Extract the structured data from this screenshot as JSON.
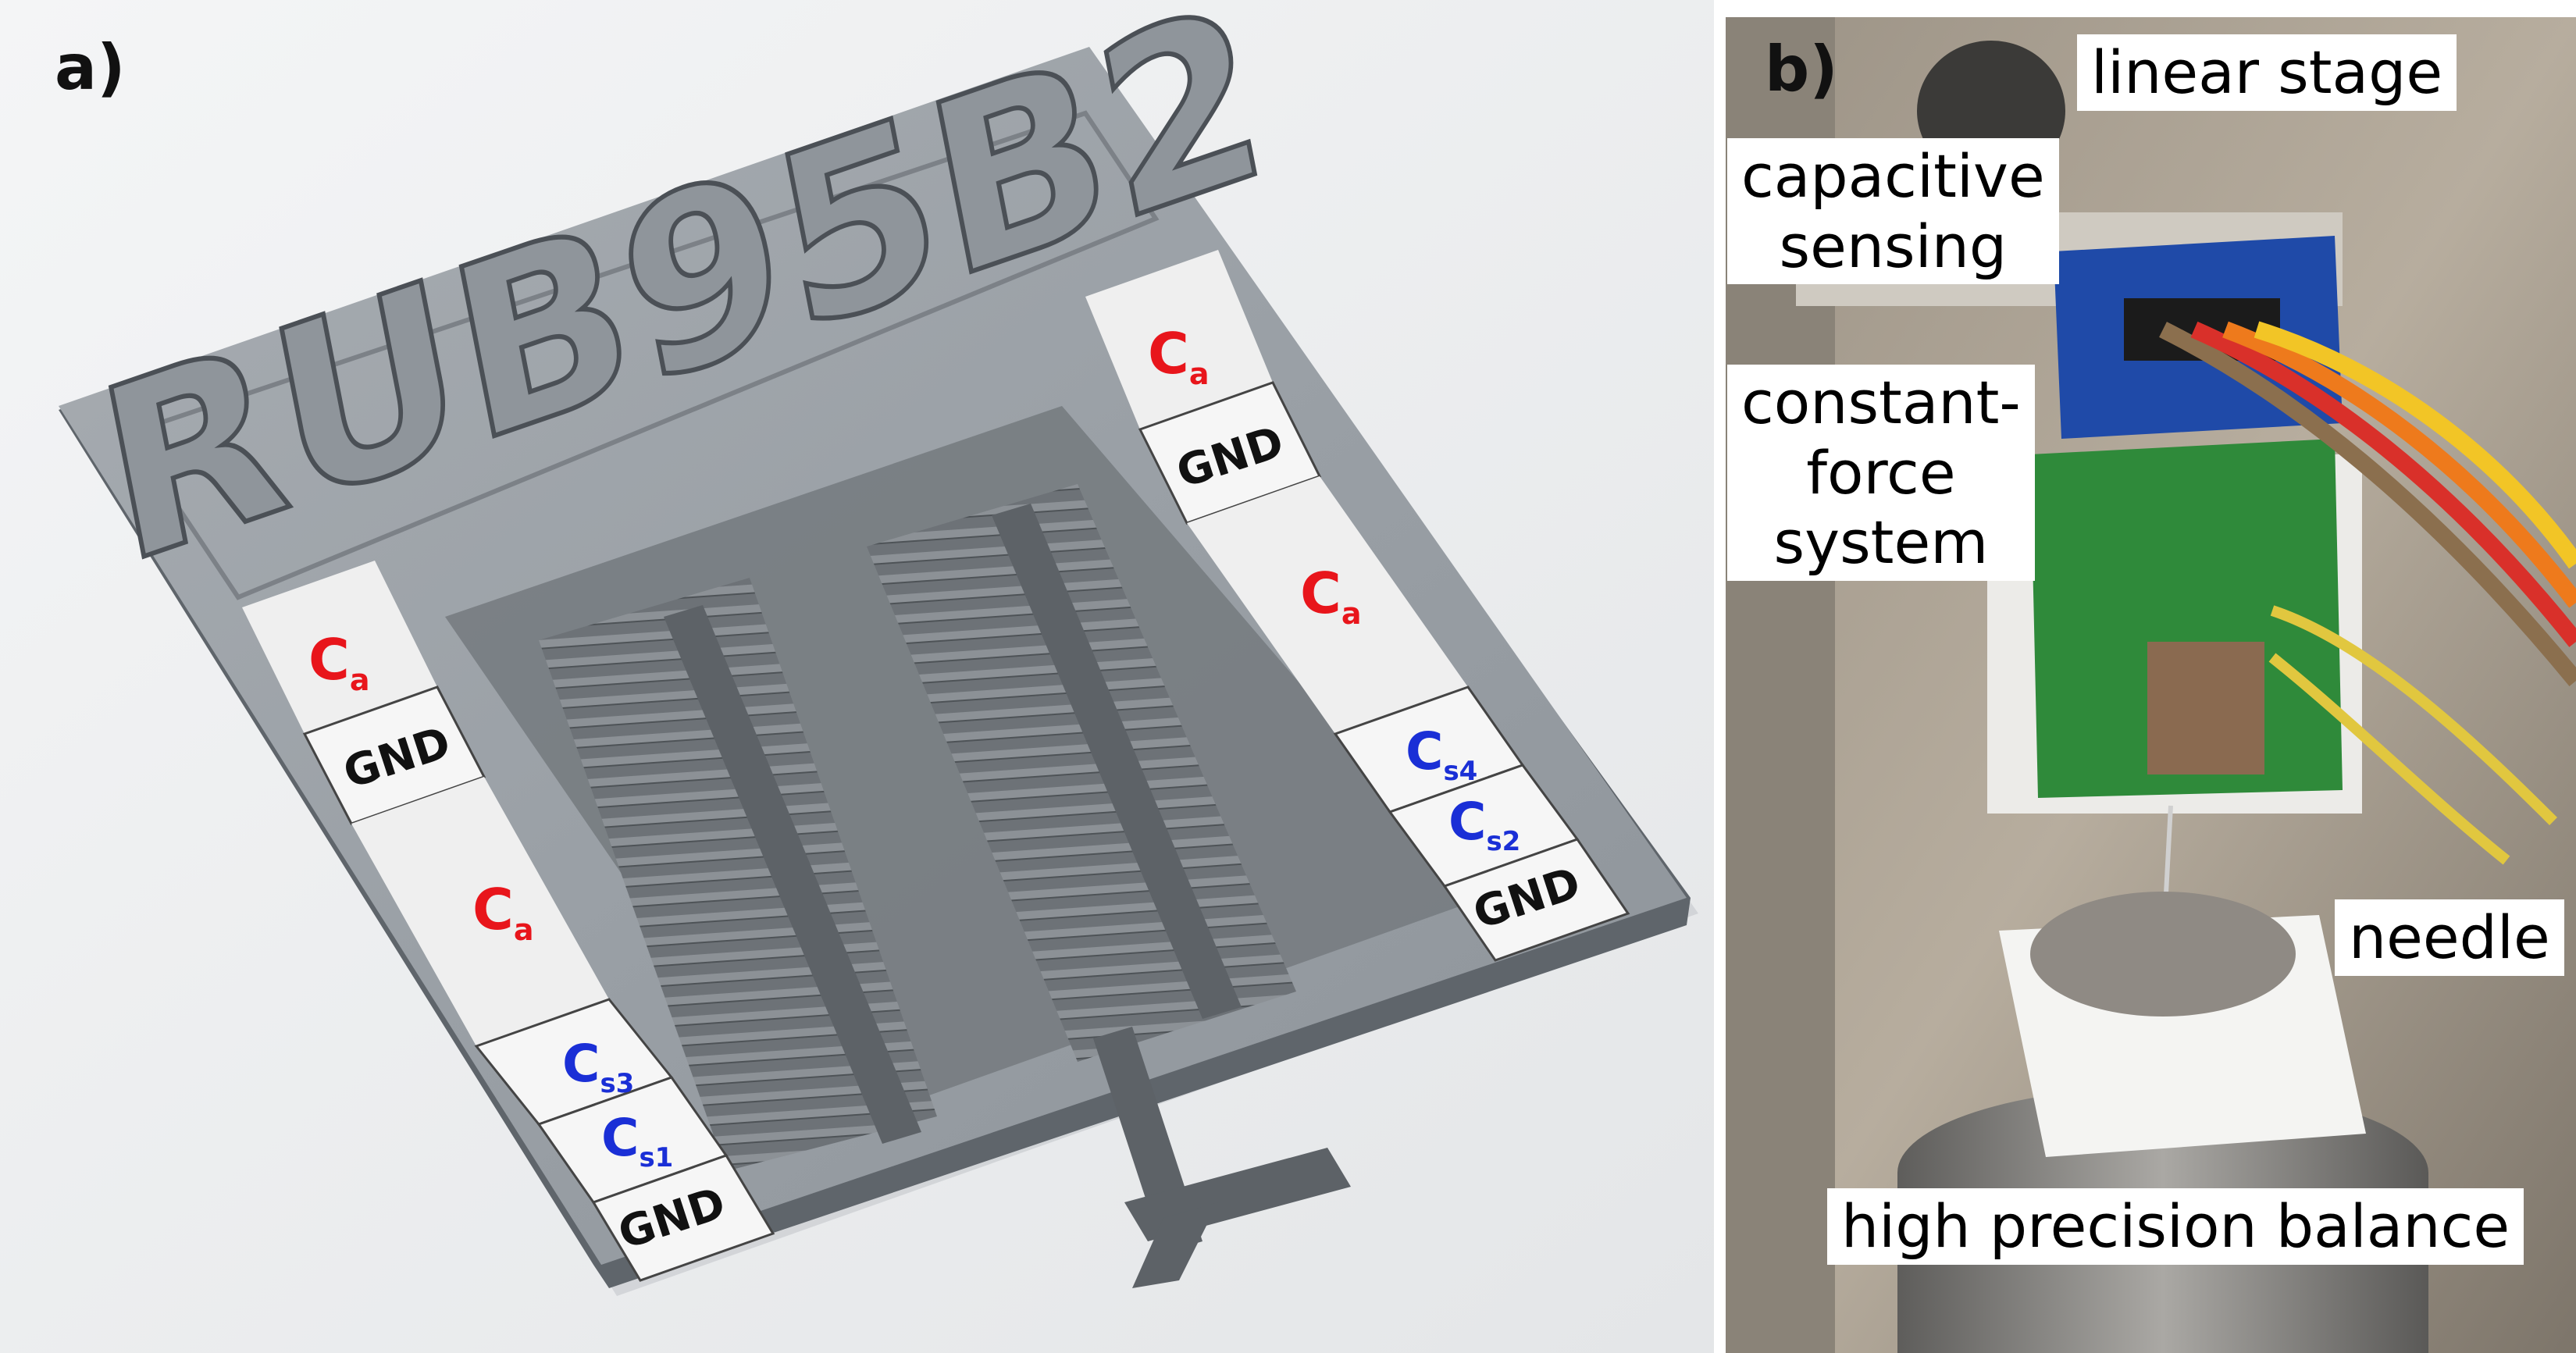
{
  "panel_a": {
    "label": "a)",
    "chip_engraving": "RUB95B2",
    "pads": {
      "ca_main": "C",
      "ca_sub": "a",
      "gnd": "GND",
      "cs_main": "C",
      "cs3_sub": "s3",
      "cs1_sub": "s1",
      "cs4_sub": "s4",
      "cs2_sub": "s2"
    },
    "colors": {
      "ca": "#e8151b",
      "cs": "#1a2fd6",
      "gnd": "#111111"
    }
  },
  "panel_b": {
    "label": "b)",
    "annotations": {
      "linear_stage": "linear stage",
      "capacitive_sensing": [
        "capacitive",
        "sensing"
      ],
      "constant_force_system": [
        "constant-",
        "force",
        "system"
      ],
      "needle": "needle",
      "high_precision_balance": "high precision balance"
    }
  }
}
